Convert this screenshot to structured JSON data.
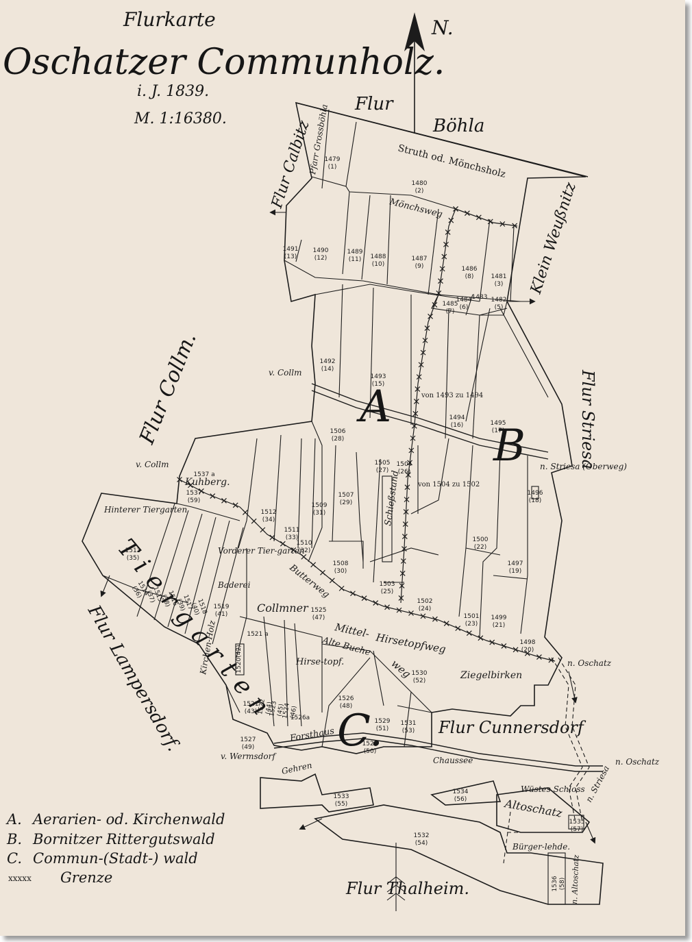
{
  "title": {
    "line1": "Flurkarte",
    "line2": "Oschatzer Communholz.",
    "line3": "i. J. 1839.",
    "line4": "M. 1:16380."
  },
  "north": "N.",
  "flur_labels": {
    "boehla_flur": "Flur",
    "boehla": "Böhla",
    "calbitz": "Flur Calbitz",
    "collm": "Flur Collm.",
    "lampersdorf": "Flur Lampersdorf.",
    "klein_weussnitz": "Klein Weußnitz",
    "striesa": "Flur Striesa",
    "cunnersdorf": "Flur Cunnersdorf",
    "thalheim": "Flur Thalheim."
  },
  "place_labels": {
    "pfarr": "Pfarr Grossböhla",
    "struth": "Struth od. Mönchsholz",
    "moenchsweg": "Mönchsweg",
    "v_collm_1": "v. Collm",
    "v_collm_2": "v. Collm",
    "n_striesa": "n. Striesa (Oberweg)",
    "kuhberg": "Kuhberg.",
    "hinterer": "Hinterer Tiergarten",
    "vorderer": "Vorderer Tier-garten",
    "baderei": "Baderei",
    "schiessstand": "Schießstand",
    "butterweg": "Butterweg",
    "collmner": "Collmner",
    "mittel": "Mittel-",
    "hirsetopfweg": "Hirsetopfweg",
    "alte_buche": "Alte Buche",
    "weg": "weg",
    "hirsetopf": "Hirse-topf.",
    "kirchen_holz": "Kirchen-Holz",
    "ziegelbirken": "Ziegelbirken",
    "n_oschatz_1": "n. Oschatz",
    "n_oschatz_2": "n. Oschatz",
    "forsthaus": "Forsthaus",
    "v_wermsdorf": "v. Wermsdorf",
    "gehren": "Gehren",
    "chaussee": "Chaussee",
    "wuestes_schloss": "Wüstes Schloss",
    "altoschatz": "Altoschatz",
    "n_striesa_2": "n. Striesa",
    "buergerlehde": "Bürger-lehde.",
    "n_altoschatz": "n. Altoschatz",
    "von_1493": "von 1493 zu 1494",
    "von_1504": "von 1504 zu 1502",
    "tiergarten_letters": "Tiergarten",
    "vorderer_short": "Vorderer"
  },
  "big_letters": {
    "a": "A",
    "b": "B",
    "c": "C."
  },
  "parcels": [
    {
      "id": "p1479",
      "n": "1479",
      "o": "(1)"
    },
    {
      "id": "p1480",
      "n": "1480",
      "o": "(2)"
    },
    {
      "id": "p1481",
      "n": "1481",
      "o": "(3)"
    },
    {
      "id": "p1482",
      "n": "1482",
      "o": "(5)"
    },
    {
      "id": "p1483",
      "n": "1483",
      "o": ""
    },
    {
      "id": "p1484",
      "n": "1484",
      "o": "(6)"
    },
    {
      "id": "p1485",
      "n": "1485",
      "o": "(7)"
    },
    {
      "id": "p1486",
      "n": "1486",
      "o": "(8)"
    },
    {
      "id": "p1487",
      "n": "1487",
      "o": "(9)"
    },
    {
      "id": "p1488",
      "n": "1488",
      "o": "(10)"
    },
    {
      "id": "p1489",
      "n": "1489",
      "o": "(11)"
    },
    {
      "id": "p1490",
      "n": "1490",
      "o": "(12)"
    },
    {
      "id": "p1491",
      "n": "1491",
      "o": "(13)"
    },
    {
      "id": "p1492",
      "n": "1492",
      "o": "(14)"
    },
    {
      "id": "p1493",
      "n": "1493",
      "o": "(15)"
    },
    {
      "id": "p1494",
      "n": "1494",
      "o": "(16)"
    },
    {
      "id": "p1495",
      "n": "1495",
      "o": "(17)"
    },
    {
      "id": "p1496",
      "n": "1496",
      "o": "(18)"
    },
    {
      "id": "p1497",
      "n": "1497",
      "o": "(19)"
    },
    {
      "id": "p1498",
      "n": "1498",
      "o": "(20)"
    },
    {
      "id": "p1499",
      "n": "1499",
      "o": "(21)"
    },
    {
      "id": "p1500",
      "n": "1500",
      "o": "(22)"
    },
    {
      "id": "p1501",
      "n": "1501",
      "o": "(23)"
    },
    {
      "id": "p1502",
      "n": "1502",
      "o": "(24)"
    },
    {
      "id": "p1503",
      "n": "1503",
      "o": "(25)"
    },
    {
      "id": "p1504",
      "n": "1504",
      "o": "(26)"
    },
    {
      "id": "p1505",
      "n": "1505",
      "o": "(27)"
    },
    {
      "id": "p1506",
      "n": "1506",
      "o": "(28)"
    },
    {
      "id": "p1507",
      "n": "1507",
      "o": "(29)"
    },
    {
      "id": "p1508",
      "n": "1508",
      "o": "(30)"
    },
    {
      "id": "p1509",
      "n": "1509",
      "o": "(31)"
    },
    {
      "id": "p1510",
      "n": "1510",
      "o": "(32)"
    },
    {
      "id": "p1511",
      "n": "1511",
      "o": "(33)"
    },
    {
      "id": "p1512",
      "n": "1512",
      "o": "(34)"
    },
    {
      "id": "p1513",
      "n": "1513",
      "o": "(35)"
    },
    {
      "id": "p1514",
      "n": "1514",
      "o": "(36)"
    },
    {
      "id": "p1515",
      "n": "1515",
      "o": "(37)"
    },
    {
      "id": "p1516",
      "n": "1516",
      "o": "(38)"
    },
    {
      "id": "p1517",
      "n": "1517",
      "o": "(39)"
    },
    {
      "id": "p1518",
      "n": "1518",
      "o": "(40)"
    },
    {
      "id": "p1519",
      "n": "1519",
      "o": "(41)"
    },
    {
      "id": "p1521",
      "n": "1521",
      "o": "(43)"
    },
    {
      "id": "p1521b",
      "n": "1521 a",
      "o": ""
    },
    {
      "id": "p1522",
      "n": "1522",
      "o": "(44)"
    },
    {
      "id": "p1523",
      "n": "1523",
      "o": "(45)"
    },
    {
      "id": "p1524",
      "n": "1524",
      "o": "(46)"
    },
    {
      "id": "p1525",
      "n": "1525",
      "o": "(47)"
    },
    {
      "id": "p1526",
      "n": "1526",
      "o": "(48)"
    },
    {
      "id": "p1527",
      "n": "1527",
      "o": "(49)"
    },
    {
      "id": "p1528",
      "n": "1528",
      "o": "(50)"
    },
    {
      "id": "p1529",
      "n": "1529",
      "o": "(51)"
    },
    {
      "id": "p1530",
      "n": "1530",
      "o": "(52)"
    },
    {
      "id": "p1531",
      "n": "1531",
      "o": "(53)"
    },
    {
      "id": "p1532",
      "n": "1532",
      "o": "(54)"
    },
    {
      "id": "p1533",
      "n": "1533",
      "o": "(55)"
    },
    {
      "id": "p1534",
      "n": "1534",
      "o": "(56)"
    },
    {
      "id": "p1535",
      "n": "1535",
      "o": "(57)"
    },
    {
      "id": "p1536",
      "n": "1536",
      "o": "(58)"
    },
    {
      "id": "p1537",
      "n": "1537",
      "o": "(59)"
    },
    {
      "id": "p1537a",
      "n": "1537 a",
      "o": ""
    },
    {
      "id": "p1520",
      "n": "1520(42)",
      "o": ""
    },
    {
      "id": "p1526a",
      "n": "1526a",
      "o": ""
    }
  ],
  "legend": [
    {
      "key": "A.",
      "text": "Aerarien- od. Kirchenwald"
    },
    {
      "key": "B.",
      "text": "Bornitzer Rittergutswald"
    },
    {
      "key": "C.",
      "text": "Commun-(Stadt-) wald"
    },
    {
      "key": "xxxxx",
      "text": "Grenze"
    }
  ]
}
